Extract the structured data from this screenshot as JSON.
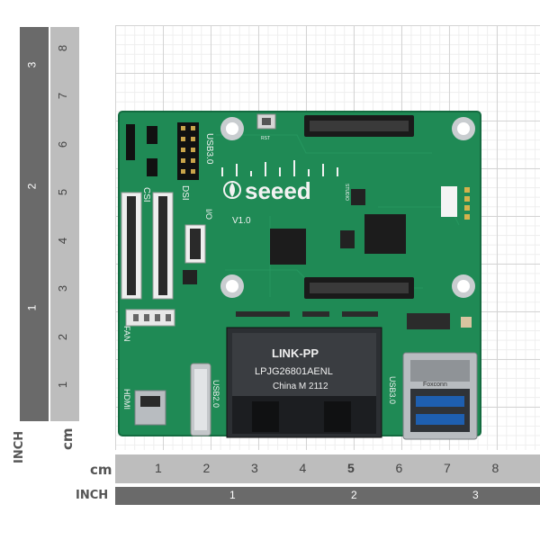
{
  "rulers": {
    "cm_unit": "cm",
    "inch_unit": "INCH",
    "bottom_cm_ticks": [
      "1",
      "2",
      "3",
      "4",
      "5",
      "6",
      "7",
      "8"
    ],
    "bottom_inch_ticks": [
      "1",
      "2",
      "3"
    ],
    "left_cm_ticks": [
      "1",
      "2",
      "3",
      "4",
      "5",
      "6",
      "7",
      "8"
    ],
    "left_inch_ticks": [
      "1",
      "2",
      "3"
    ]
  },
  "board": {
    "brand": "seeed",
    "studio": "STUDIO",
    "version": "V1.0",
    "silkscreen": {
      "usb30_top": "USB3.0",
      "dsi": "DSI",
      "csi": "CSI",
      "io": "I/O",
      "fan": "FAN",
      "hdmi": "HDMI",
      "usb20": "USB2.0",
      "usb30_bottom": "USB3.0",
      "rst": "RST"
    },
    "rj45": {
      "brand": "LINK-PP",
      "part": "LPJG26801AENL",
      "origin": "China M 2112"
    },
    "usb_connector_text": "Foxconn",
    "colors": {
      "pcb": "#1f8a55",
      "pcb_dark": "#146b40",
      "silk": "#f2f2f2",
      "metal": "#b8bcc0",
      "chip": "#1c1c1c"
    }
  }
}
